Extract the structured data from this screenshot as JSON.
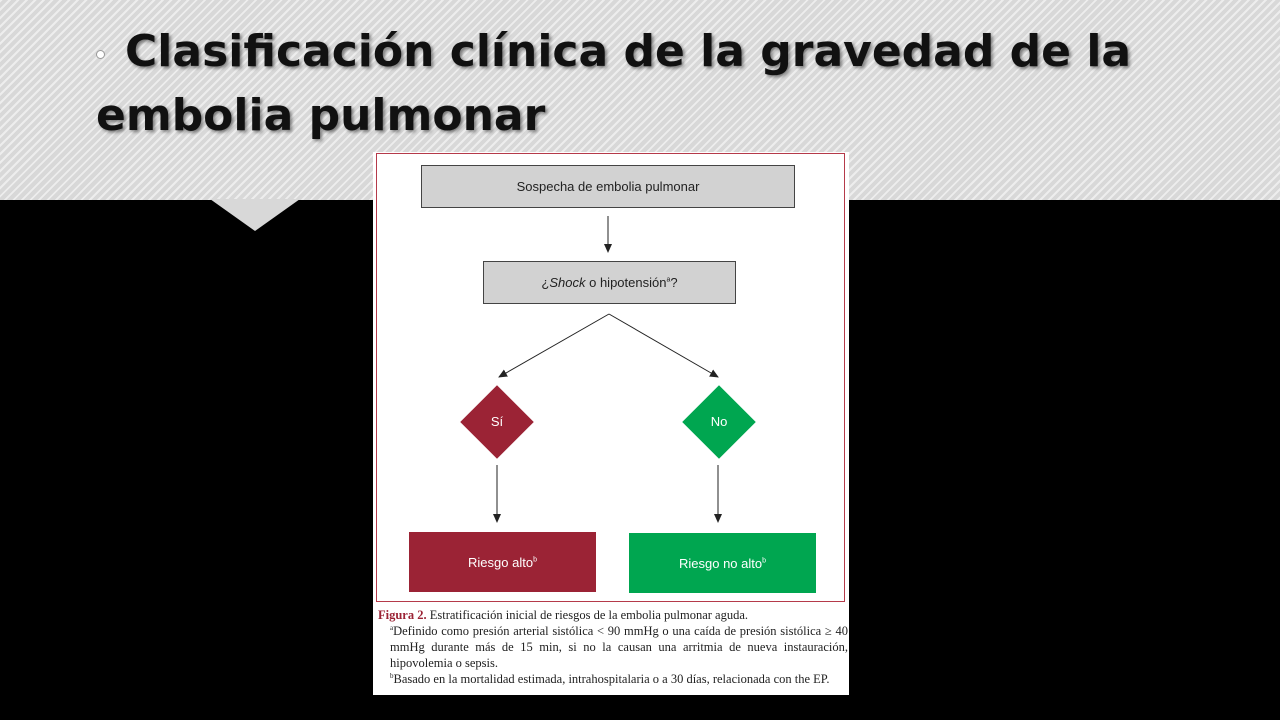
{
  "slide": {
    "title": "Clasificación clínica de la gravedad de la embolia pulmonar"
  },
  "figure": {
    "box_start": "Sospecha de embolia pulmonar",
    "question": {
      "prefix": "¿",
      "italic": "Shock",
      "text": " o hipotensión",
      "sup": "a",
      "suffix": "?"
    },
    "decision_yes": "Sí",
    "decision_no": "No",
    "outcome_high": {
      "text": "Riesgo alto",
      "sup": "b"
    },
    "outcome_not_high": {
      "text": "Riesgo no alto",
      "sup": "b"
    },
    "colors": {
      "red": "#9b2335",
      "green": "#00a650",
      "grey": "#d2d2d2"
    }
  },
  "caption": {
    "label": "Figura 2.",
    "text": " Estratificación inicial de riesgos de la embolia pulmonar aguda.",
    "note_a_marker": "a",
    "note_a": "Definido como presión arterial sistólica < 90 mmHg o una caída de presión sistólica ≥ 40 mmHg durante más de 15 min, si no la causan una arritmia de nueva instauración, hipovolemia o sepsis.",
    "note_b_marker": "b",
    "note_b": "Basado en la mortalidad estimada, intrahospitalaria o a 30 días, relacionada con the EP."
  }
}
